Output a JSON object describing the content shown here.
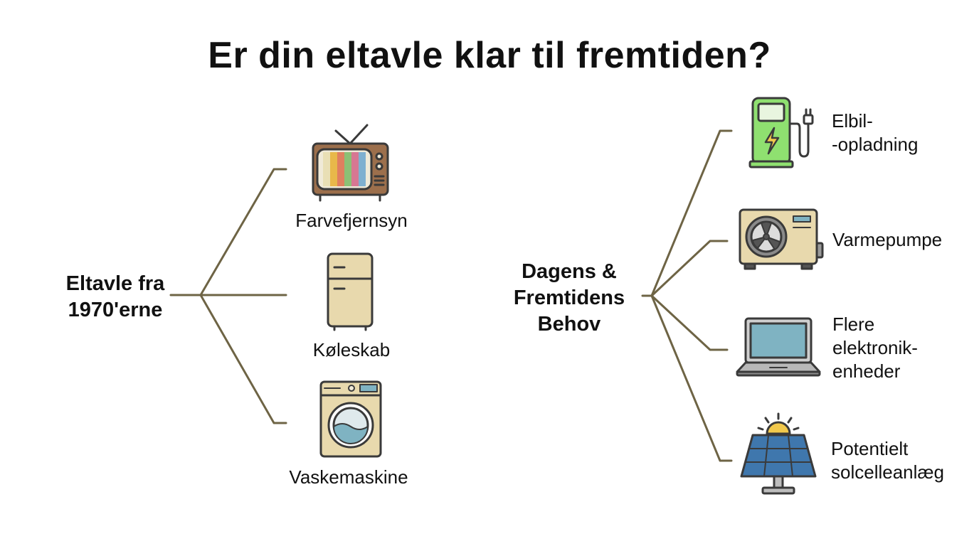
{
  "title": "Er din eltavle klar til fremtiden?",
  "left_hub": {
    "lines": [
      "Eltavle fra",
      "1970'erne"
    ]
  },
  "right_hub": {
    "lines": [
      "Dagens &",
      "Fremtidens",
      "Behov"
    ]
  },
  "left_items": [
    {
      "icon": "tv-icon",
      "lines": [
        "Farvefjernsyn"
      ]
    },
    {
      "icon": "fridge-icon",
      "lines": [
        "Køleskab"
      ]
    },
    {
      "icon": "washing-machine-icon",
      "lines": [
        "Vaskemaskine"
      ]
    }
  ],
  "right_items": [
    {
      "icon": "ev-charger-icon",
      "lines": [
        "Elbil-",
        "-opladning"
      ]
    },
    {
      "icon": "heat-pump-icon",
      "lines": [
        "Varmepumpe"
      ]
    },
    {
      "icon": "laptop-icon",
      "lines": [
        "Flere",
        "elektronik-",
        "enheder"
      ]
    },
    {
      "icon": "solar-panel-icon",
      "lines": [
        "Potentielt",
        "solcelleanlæg"
      ]
    }
  ],
  "colors": {
    "line": "#6e6445",
    "outline": "#3a3a3a",
    "cream": "#e8d9ad",
    "tv_body": "#9c6f4c",
    "charger_green": "#8fe070",
    "screen_blue": "#7fb3c2",
    "solar_blue": "#3f77ad",
    "sun": "#f2c94c"
  }
}
